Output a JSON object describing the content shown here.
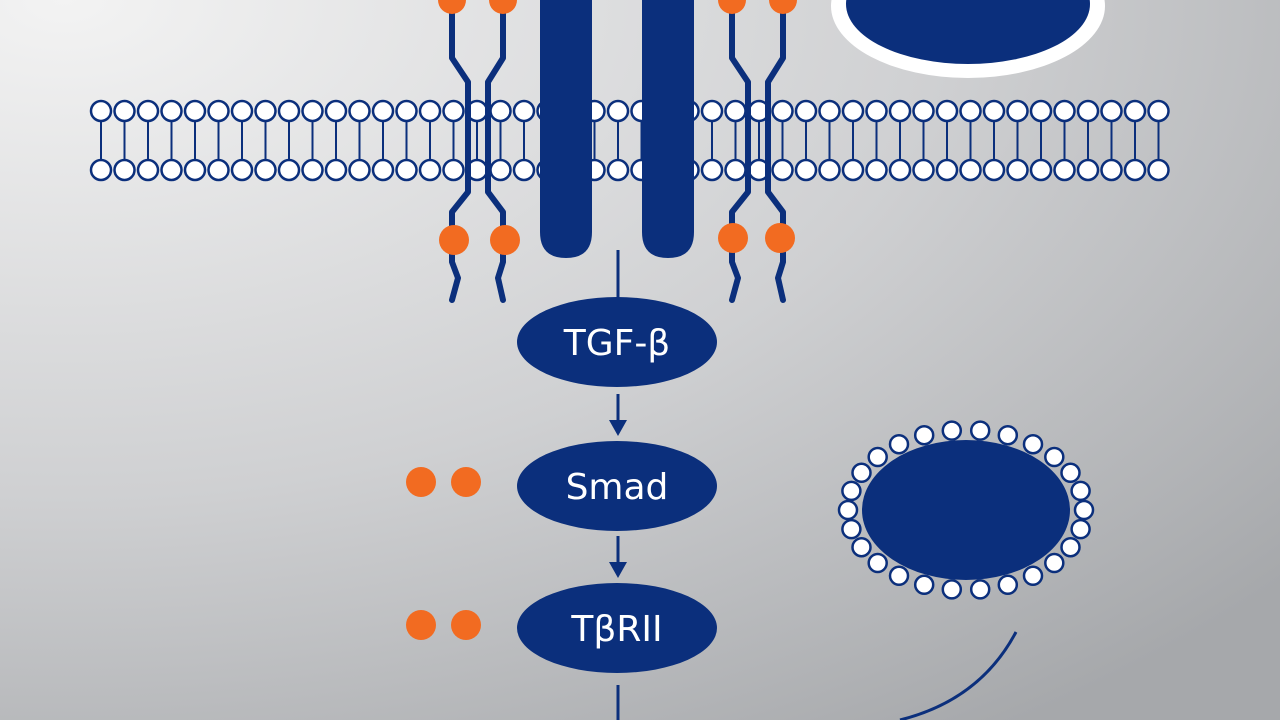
{
  "colors": {
    "navy": "#0b2f7c",
    "orange": "#f26b21",
    "white": "#ffffff",
    "background_light": "#f2f2f2",
    "background_dark": "#a9abae"
  },
  "diagram": {
    "nodes": [
      {
        "id": "tgf-beta",
        "label": "TGF-β"
      },
      {
        "id": "smad",
        "label": "Smad"
      },
      {
        "id": "tbetarii",
        "label": "TβRII"
      }
    ],
    "edges": [
      {
        "from": "tgf-beta",
        "to": "smad"
      },
      {
        "from": "smad",
        "to": "tbetarii"
      }
    ],
    "icons": [
      "cell-membrane-icon",
      "receptor-icon",
      "phosphate-dot-icon",
      "vesicle-icon",
      "nucleus-icon"
    ]
  }
}
